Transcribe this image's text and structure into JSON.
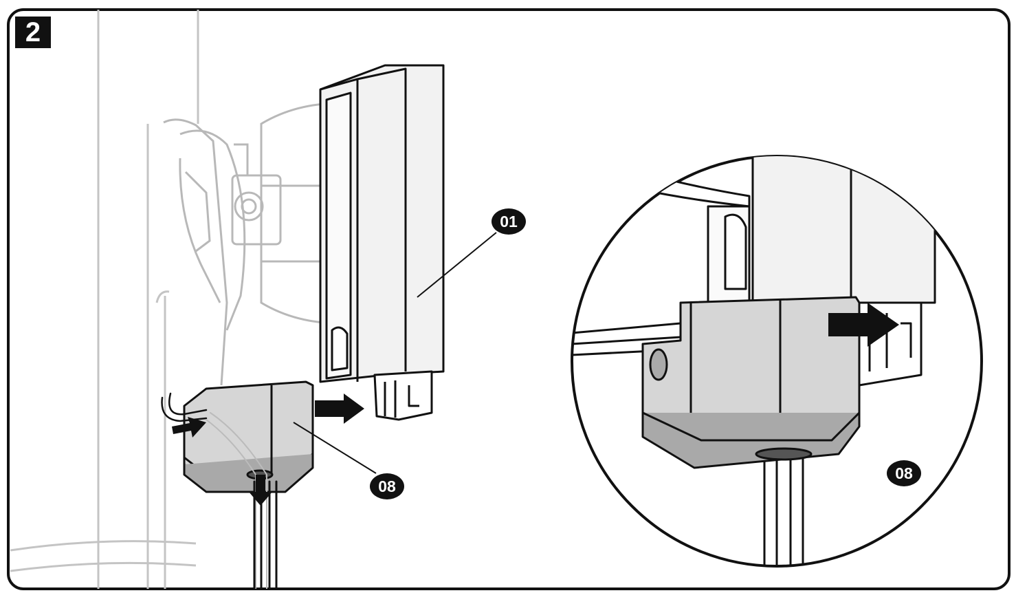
{
  "step": {
    "number": "2"
  },
  "callouts": {
    "bracket_label": "01",
    "cable_cover_label": "08",
    "detail_cable_cover_label": "08"
  },
  "colors": {
    "ink": "#111111",
    "faded_ink": "#b8b8b8",
    "part_gray": "#d6d6d6",
    "part_dark": "#a9a9a9",
    "panel_border": "#111111",
    "background": "#ffffff"
  },
  "icons": [
    "push-arrow-icon",
    "insert-arrow-icon",
    "down-arrow-icon"
  ]
}
